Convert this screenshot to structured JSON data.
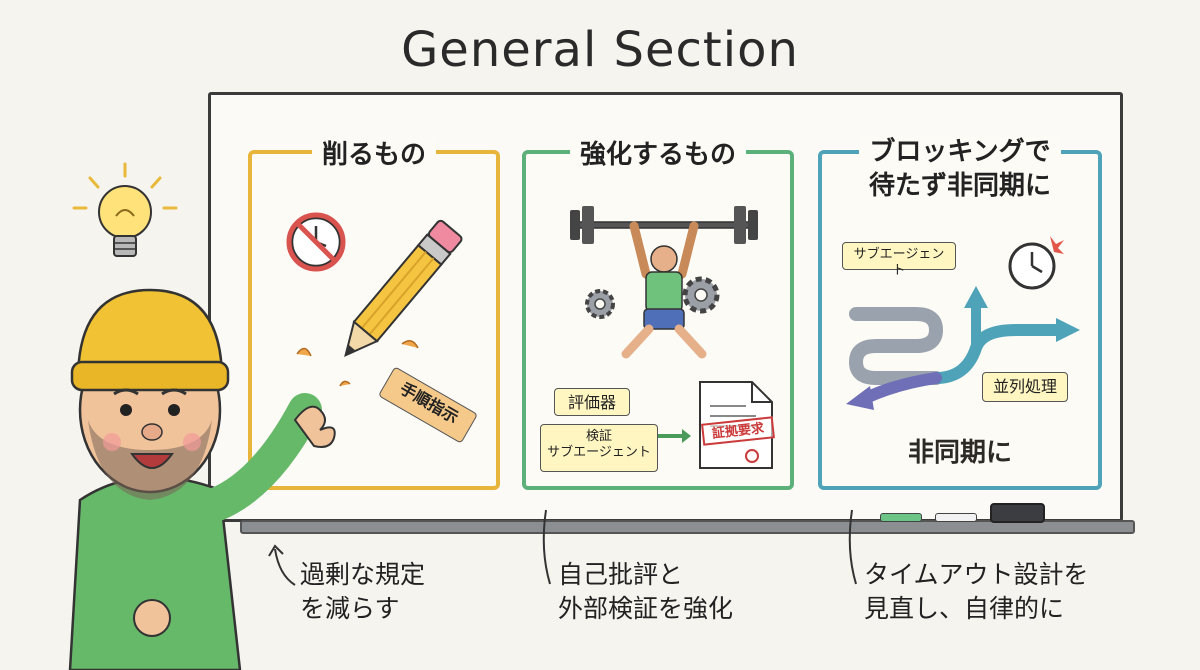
{
  "title": "General Section",
  "panels": [
    {
      "heading": "削るもの",
      "tag_label": "手順指示",
      "caption_line1": "過剰な規定",
      "caption_line2": "を減らす",
      "color": "#e7b53a"
    },
    {
      "heading": "強化するもの",
      "evaluator_label": "評価器",
      "verify_label_1": "検証",
      "verify_label_2": "サブエージェント",
      "stamp_label": "証拠要求",
      "caption_line1": "自己批評と",
      "caption_line2": "外部検証を強化",
      "color": "#5cb07a"
    },
    {
      "heading_line1": "ブロッキングで",
      "heading_line2": "待たず非同期に",
      "subagent_label": "サブエージェント",
      "parallel_label": "並列処理",
      "async_label": "非同期に",
      "caption_line1": "タイムアウト設計を",
      "caption_line2": "見直し、自律的に",
      "color": "#4ea3b8"
    }
  ],
  "icons": {
    "bulb": "lightbulb-icon",
    "no_clock": "no-clock-icon",
    "pencil": "pencil-icon",
    "weightlifter": "weightlifter-icon",
    "gear": "gear-icon",
    "document": "document-icon",
    "clock": "clock-icon",
    "arrows": "branching-arrows-icon"
  }
}
